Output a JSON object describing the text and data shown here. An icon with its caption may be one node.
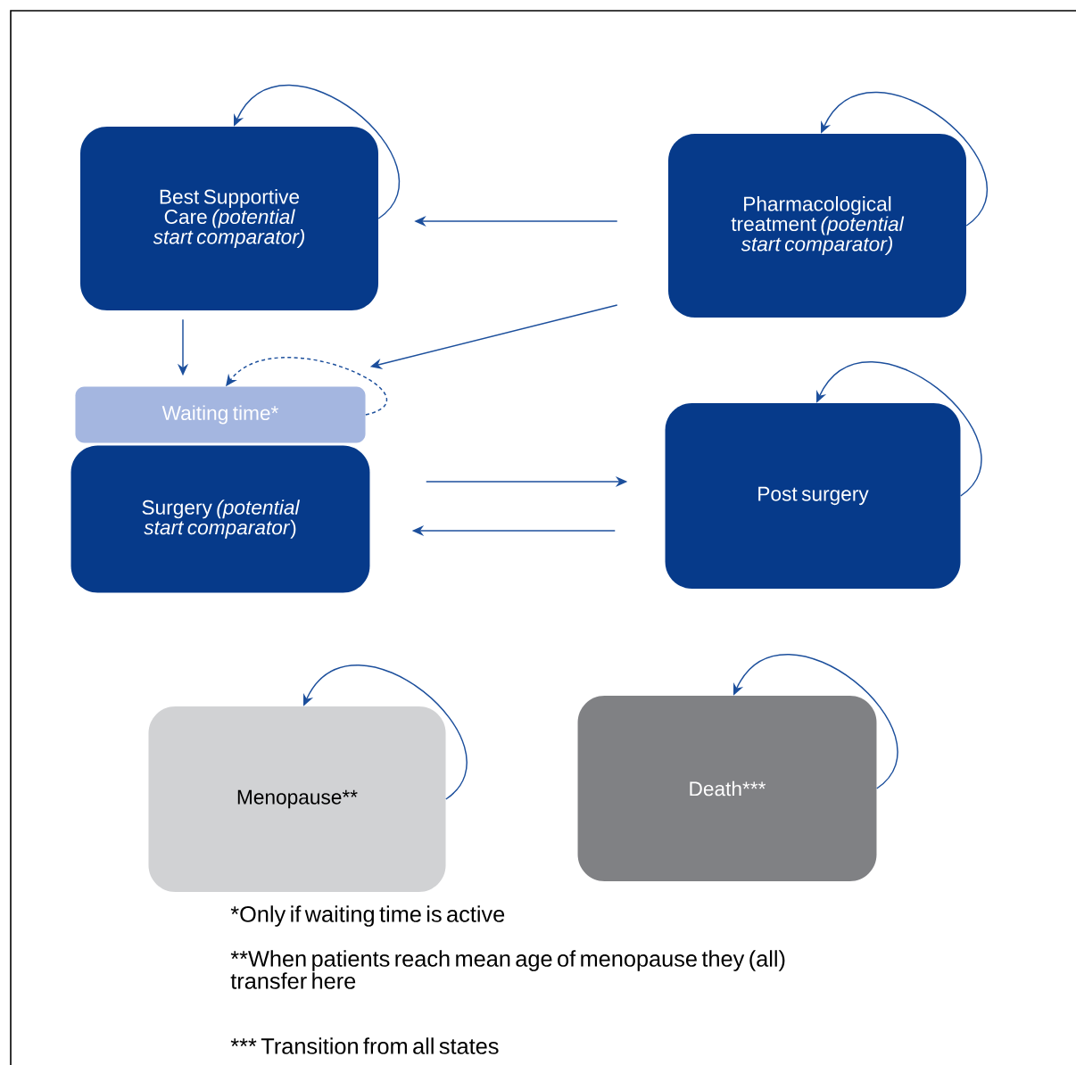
{
  "diagram": {
    "nodes": [
      {
        "text": [
          "Best Supportive Care *(potential start comparator)*"
        ]
      },
      {
        "text": [
          "Pharmacological treatment *(potential start comparator)*"
        ]
      },
      {
        "text": [
          "Waiting time*"
        ]
      },
      {
        "text": [
          "Surgery *(potential start comparator*)"
        ]
      },
      {
        "text": [
          "Post surgery"
        ]
      },
      {
        "text": [
          "Menopause**"
        ]
      },
      {
        "text": [
          "Death***"
        ]
      }
    ],
    "edges": [
      {
        "from": 0,
        "to": 0,
        "arrow": "to"
      },
      {
        "from": 1,
        "to": 1,
        "arrow": "to"
      },
      {
        "from": 1,
        "to": 0,
        "arrow": "to"
      },
      {
        "from": 0,
        "to": 2,
        "arrow": "to"
      },
      {
        "from": 1,
        "to": 2,
        "arrow": "to"
      },
      {
        "from": 2,
        "to": 2,
        "arrow": "to",
        "style": "dashed"
      },
      {
        "from": 4,
        "to": 4,
        "arrow": "to"
      },
      {
        "from": 3,
        "to": 4,
        "arrow": "to"
      },
      {
        "from": 4,
        "to": 3,
        "arrow": "to"
      },
      {
        "from": 5,
        "to": 5,
        "arrow": "to"
      },
      {
        "from": 6,
        "to": 6,
        "arrow": "to"
      }
    ],
    "labels": [
      "*Only if waiting time is active",
      "**When patients reach mean age of menopause they (all) transfer here",
      "*** Transition from all states"
    ]
  }
}
